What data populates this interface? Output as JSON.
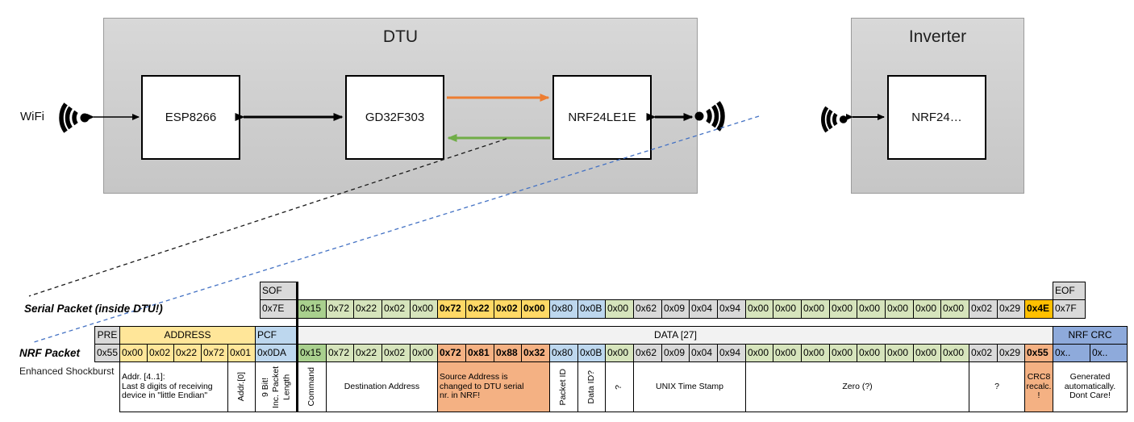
{
  "diagram": {
    "wifi_label": "WiFi",
    "dtu": {
      "title": "DTU",
      "components": [
        "ESP8266",
        "GD32F303",
        "NRF24LE1E"
      ]
    },
    "inverter": {
      "title": "Inverter",
      "component": "NRF24…"
    },
    "colors": {
      "orange_arrow": "#ED7D31",
      "green_arrow": "#70AD47",
      "blue_dashed": "#4472C4",
      "black": "#000000"
    }
  },
  "serial": {
    "label": "Serial Packet (inside DTU!)",
    "sof_header": "SOF",
    "sof_value": "0x7E",
    "eof_header": "EOF",
    "eof_value": "0x7F",
    "bytes": [
      {
        "t": "0x15",
        "c": "dgreen"
      },
      {
        "t": "0x72",
        "c": "green"
      },
      {
        "t": "0x22",
        "c": "green"
      },
      {
        "t": "0x02",
        "c": "green"
      },
      {
        "t": "0x00",
        "c": "green"
      },
      {
        "t": "0x72",
        "c": "gold",
        "b": 1
      },
      {
        "t": "0x22",
        "c": "gold",
        "b": 1
      },
      {
        "t": "0x02",
        "c": "gold",
        "b": 1
      },
      {
        "t": "0x00",
        "c": "gold",
        "b": 1
      },
      {
        "t": "0x80",
        "c": "blue"
      },
      {
        "t": "0x0B",
        "c": "blue"
      },
      {
        "t": "0x00",
        "c": "green"
      },
      {
        "t": "0x62",
        "c": "gray"
      },
      {
        "t": "0x09",
        "c": "gray"
      },
      {
        "t": "0x04",
        "c": "gray"
      },
      {
        "t": "0x94",
        "c": "gray"
      },
      {
        "t": "0x00",
        "c": "green"
      },
      {
        "t": "0x00",
        "c": "green"
      },
      {
        "t": "0x00",
        "c": "green"
      },
      {
        "t": "0x00",
        "c": "green"
      },
      {
        "t": "0x00",
        "c": "green"
      },
      {
        "t": "0x00",
        "c": "green"
      },
      {
        "t": "0x00",
        "c": "green"
      },
      {
        "t": "0x00",
        "c": "green"
      },
      {
        "t": "0x02",
        "c": "gray"
      },
      {
        "t": "0x29",
        "c": "gray"
      },
      {
        "t": "0x4E",
        "c": "amber",
        "b": 1
      }
    ]
  },
  "nrf": {
    "label": "NRF Packet",
    "sublabel": "Enhanced Shockburst",
    "pre_header": "PRE",
    "address_header": "ADDRESS",
    "pcf_header": "PCF",
    "data_header": "DATA [27]",
    "crc_header": "NRF CRC",
    "pre_value": "0x55",
    "address_bytes": [
      "0x00",
      "0x02",
      "0x22",
      "0x72",
      "0x01"
    ],
    "pcf_value": "0x0DA",
    "bytes": [
      {
        "t": "0x15",
        "c": "dgreen"
      },
      {
        "t": "0x72",
        "c": "green"
      },
      {
        "t": "0x22",
        "c": "green"
      },
      {
        "t": "0x02",
        "c": "green"
      },
      {
        "t": "0x00",
        "c": "green"
      },
      {
        "t": "0x72",
        "c": "salmon",
        "b": 1
      },
      {
        "t": "0x81",
        "c": "salmon",
        "b": 1
      },
      {
        "t": "0x88",
        "c": "salmon",
        "b": 1
      },
      {
        "t": "0x32",
        "c": "salmon",
        "b": 1
      },
      {
        "t": "0x80",
        "c": "blue"
      },
      {
        "t": "0x0B",
        "c": "blue"
      },
      {
        "t": "0x00",
        "c": "green"
      },
      {
        "t": "0x62",
        "c": "gray"
      },
      {
        "t": "0x09",
        "c": "gray"
      },
      {
        "t": "0x04",
        "c": "gray"
      },
      {
        "t": "0x94",
        "c": "gray"
      },
      {
        "t": "0x00",
        "c": "green"
      },
      {
        "t": "0x00",
        "c": "green"
      },
      {
        "t": "0x00",
        "c": "green"
      },
      {
        "t": "0x00",
        "c": "green"
      },
      {
        "t": "0x00",
        "c": "green"
      },
      {
        "t": "0x00",
        "c": "green"
      },
      {
        "t": "0x00",
        "c": "green"
      },
      {
        "t": "0x00",
        "c": "green"
      },
      {
        "t": "0x02",
        "c": "gray"
      },
      {
        "t": "0x29",
        "c": "gray"
      },
      {
        "t": "0x55",
        "c": "salmon",
        "b": 1
      }
    ],
    "crc_values": [
      "0x..",
      "0x.."
    ],
    "annotations": [
      {
        "text": "Addr. [4..1]:\nLast 8 digits of receiving\ndevice in \"little Endian\"",
        "color": "white",
        "align": "left"
      },
      {
        "text": "Addr.[0]",
        "color": "white",
        "vertical": true
      },
      {
        "text": "9 Bit!\nInc. Packet\nLength",
        "color": "white",
        "vertical": true
      },
      {
        "text": "Command",
        "color": "white",
        "vertical": true
      },
      {
        "text": "Destination Address",
        "color": "white",
        "align": "center"
      },
      {
        "text": "Source Address is\nchanged to DTU serial\nnr. in NRF!",
        "color": "salmon",
        "align": "left"
      },
      {
        "text": "Packet ID",
        "color": "white",
        "vertical": true
      },
      {
        "text": "Data ID?",
        "color": "white",
        "vertical": true
      },
      {
        "text": "?",
        "color": "white",
        "vertical": true
      },
      {
        "text": "UNIX Time Stamp",
        "color": "white",
        "align": "center"
      },
      {
        "text": "Zero (?)",
        "color": "white",
        "align": "center"
      },
      {
        "text": "?",
        "color": "white",
        "align": "center"
      },
      {
        "text": "CRC8\nrecalc.\n!",
        "color": "salmon",
        "align": "center"
      },
      {
        "text": "Generated\nautomatically.\nDont Care!",
        "color": "white",
        "align": "center"
      }
    ]
  }
}
